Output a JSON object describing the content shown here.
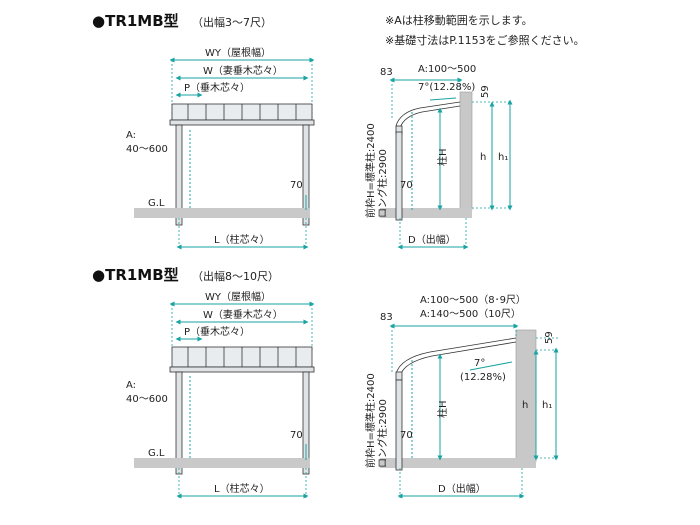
{
  "notes": {
    "note1": "※Aは柱移動範囲を示します。",
    "note2": "※基礎寸法はP.1153をご参照ください。"
  },
  "section1": {
    "title": "●TR1MB型",
    "subtitle": "（出幅3～7尺）",
    "front": {
      "wy": "WY（屋根幅）",
      "w": "W（妻垂木芯々）",
      "p": "P（垂木芯々）",
      "a_line1": "A:",
      "a_line2": "40～600",
      "gl": "G.L",
      "seventy": "70",
      "l": "L（柱芯々）"
    },
    "side": {
      "d83": "83",
      "a_range": "A:100～500",
      "angle": "7°(12.28%)",
      "d59": "59",
      "h": "h",
      "h1": "h₁",
      "hashira_h": "柱H",
      "front_h": "前枠H=標準柱:2400",
      "long_h": "ロング柱:2900",
      "seventy": "70",
      "d": "D（出幅）"
    }
  },
  "section2": {
    "title": "●TR1MB型",
    "subtitle": "（出幅8～10尺）",
    "front": {
      "wy": "WY（屋根幅）",
      "w": "W（妻垂木芯々）",
      "p": "P（垂木芯々）",
      "a_line1": "A:",
      "a_line2": "40～600",
      "gl": "G.L",
      "seventy": "70",
      "l": "L（柱芯々）"
    },
    "side": {
      "d83": "83",
      "a_range1": "A:100～500（8･9尺）",
      "a_range2": "A:140～500（10尺）",
      "angle1": "7°",
      "angle2": "(12.28%)",
      "d59": "59",
      "h": "h",
      "h1": "h₁",
      "hashira_h": "柱H",
      "front_h": "前枠H=標準柱:2400",
      "long_h": "ロング柱:2900",
      "seventy": "70",
      "d": "D（出幅）"
    }
  }
}
